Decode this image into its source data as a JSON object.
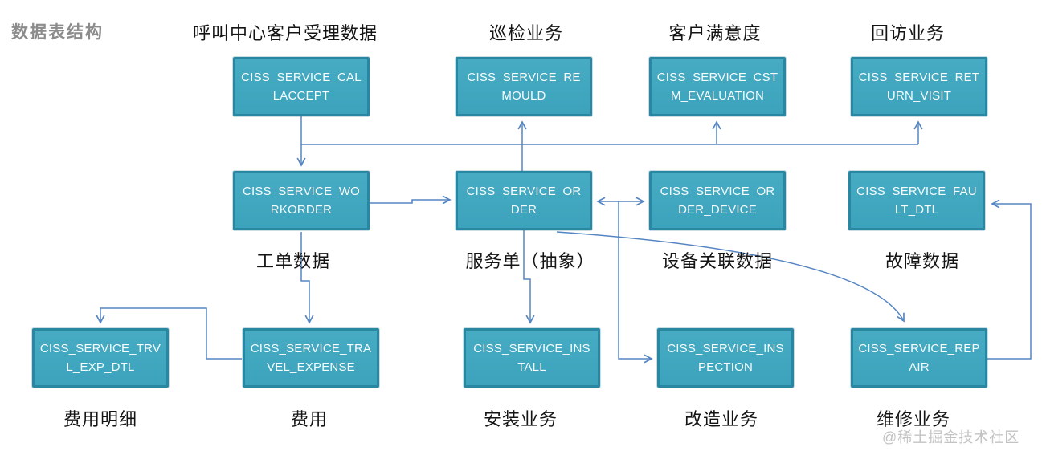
{
  "title": "数据表结构",
  "watermark": "@稀土掘金技术社区",
  "colors": {
    "background": "#ffffff",
    "box_fill": "#3fa5be",
    "box_border": "#2a87a1",
    "box_text": "#f7fcfd",
    "connector": "#5585c2",
    "section_label": "#141414",
    "title_text": "#8c8c8c",
    "watermark_text": "#c3c3c3"
  },
  "nodes": [
    {
      "id": "callaccept",
      "table": "CISS_SERVICE_CALLACCEPT",
      "label": "呼叫中心客户受理数据",
      "label_pos": "top"
    },
    {
      "id": "remould",
      "table": "CISS_SERVICE_REMOULD",
      "label": "巡检业务",
      "label_pos": "top"
    },
    {
      "id": "cstm_evaluation",
      "table": "CISS_SERVICE_CSTM_EVALUATION",
      "label": "客户满意度",
      "label_pos": "top"
    },
    {
      "id": "return_visit",
      "table": "CISS_SERVICE_RETURN_VISIT",
      "label": "回访业务",
      "label_pos": "top"
    },
    {
      "id": "workorder",
      "table": "CISS_SERVICE_WORKORDER",
      "label": "工单数据",
      "label_pos": "bottom"
    },
    {
      "id": "order",
      "table": "CISS_SERVICE_ORDER",
      "label": "服务单（抽象）",
      "label_pos": "bottom"
    },
    {
      "id": "order_device",
      "table": "CISS_SERVICE_ORDER_DEVICE",
      "label": "设备关联数据",
      "label_pos": "bottom"
    },
    {
      "id": "fault_dtl",
      "table": "CISS_SERVICE_FAULT_DTL",
      "label": "故障数据",
      "label_pos": "bottom"
    },
    {
      "id": "trvl_exp_dtl",
      "table": "CISS_SERVICE_TRVL_EXP_DTL",
      "label": "费用明细",
      "label_pos": "bottom"
    },
    {
      "id": "travel_expense",
      "table": "CISS_SERVICE_TRAVEL_EXPENSE",
      "label": "费用",
      "label_pos": "bottom"
    },
    {
      "id": "install",
      "table": "CISS_SERVICE_INSTALL",
      "label": "安装业务",
      "label_pos": "bottom"
    },
    {
      "id": "inspection",
      "table": "CISS_SERVICE_INSPECTION",
      "label": "改造业务",
      "label_pos": "bottom"
    },
    {
      "id": "repair",
      "table": "CISS_SERVICE_REPAIR",
      "label": "维修业务",
      "label_pos": "bottom"
    }
  ],
  "edges": [
    {
      "from": "CISS_SERVICE_CALLACCEPT",
      "to": "CISS_SERVICE_WORKORDER",
      "arrow": "single"
    },
    {
      "from": "CISS_SERVICE_ORDER",
      "to": "CISS_SERVICE_REMOULD",
      "arrow": "single"
    },
    {
      "from": "CISS_SERVICE_ORDER",
      "to": "CISS_SERVICE_CSTM_EVALUATION",
      "arrow": "single"
    },
    {
      "from": "CISS_SERVICE_ORDER",
      "to": "CISS_SERVICE_RETURN_VISIT",
      "arrow": "single"
    },
    {
      "from": "CISS_SERVICE_WORKORDER",
      "to": "CISS_SERVICE_ORDER",
      "arrow": "single"
    },
    {
      "from": "CISS_SERVICE_ORDER_DEVICE",
      "to": "CISS_SERVICE_ORDER",
      "arrow": "double"
    },
    {
      "from": "CISS_SERVICE_ORDER",
      "to": "CISS_SERVICE_INSPECTION",
      "arrow": "single"
    },
    {
      "from": "CISS_SERVICE_ORDER",
      "to": "CISS_SERVICE_INSTALL",
      "arrow": "single"
    },
    {
      "from": "CISS_SERVICE_ORDER",
      "to": "CISS_SERVICE_REPAIR",
      "arrow": "single"
    },
    {
      "from": "CISS_SERVICE_REPAIR",
      "to": "CISS_SERVICE_FAULT_DTL",
      "arrow": "single"
    },
    {
      "from": "CISS_SERVICE_WORKORDER",
      "to": "CISS_SERVICE_TRAVEL_EXPENSE",
      "arrow": "single"
    },
    {
      "from": "CISS_SERVICE_TRAVEL_EXPENSE",
      "to": "CISS_SERVICE_TRVL_EXP_DTL",
      "arrow": "single"
    }
  ]
}
